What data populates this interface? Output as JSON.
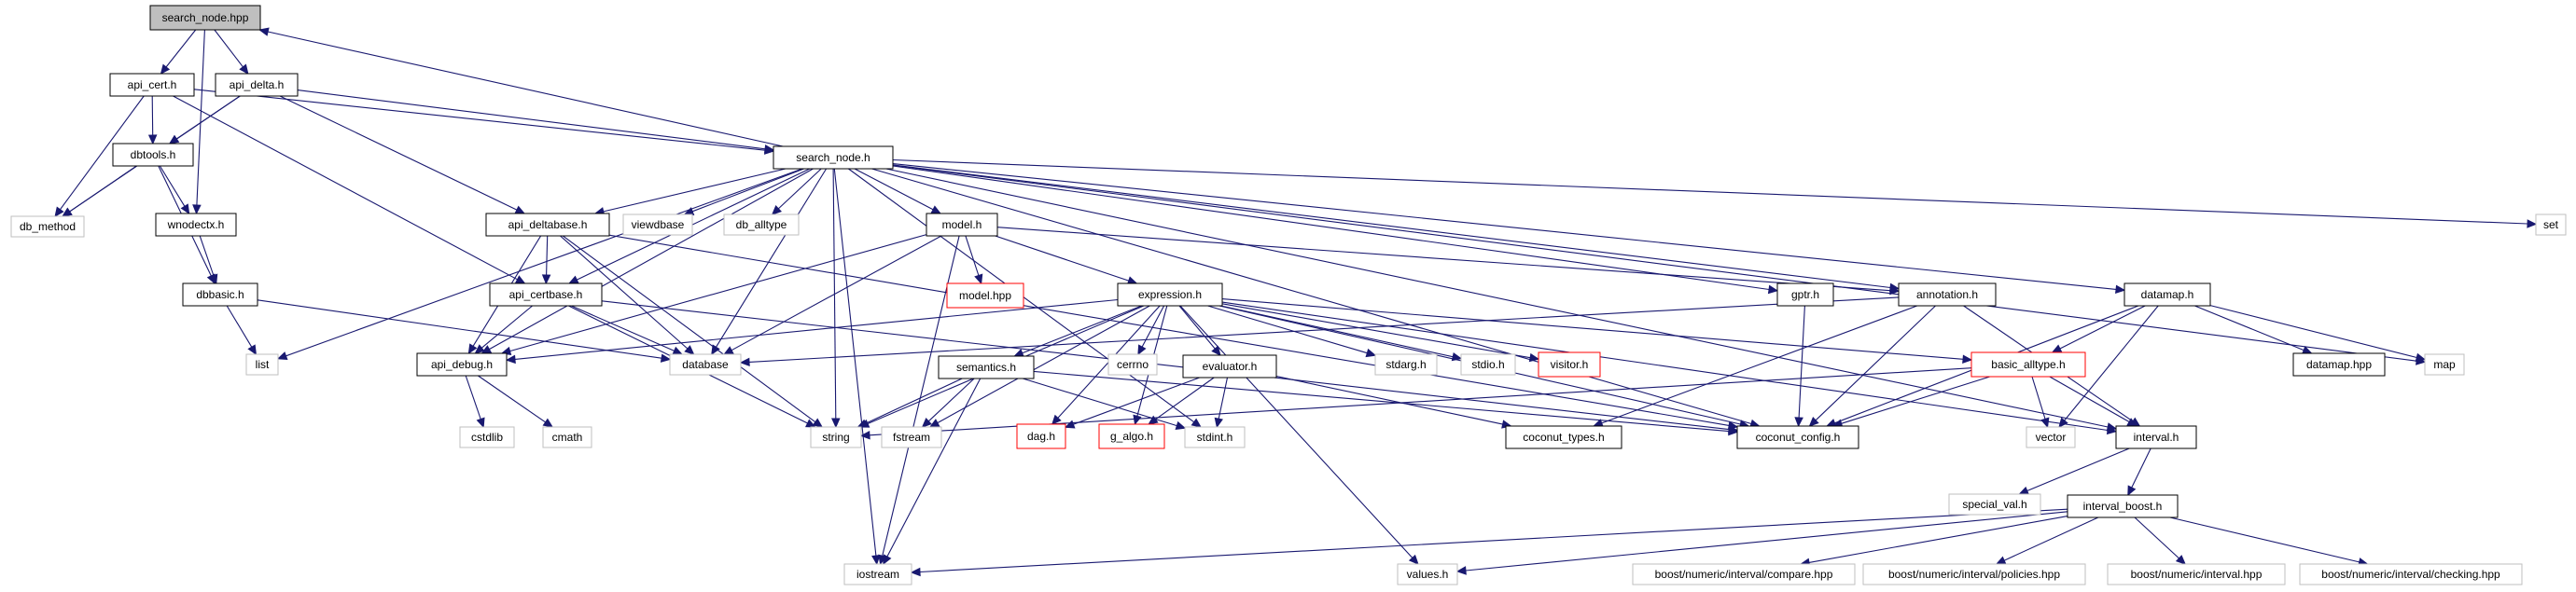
{
  "colors": {
    "edge": "#191970",
    "box_normal": "#000000",
    "box_ghost": "#bfbfbf",
    "box_missing": "#ff0000",
    "box_root_fill": "#bfbfbf"
  },
  "nodes": [
    {
      "id": "search_node_hpp",
      "label": "search_node.hpp",
      "style": "root"
    },
    {
      "id": "api_cert_h",
      "label": "api_cert.h",
      "style": "normal"
    },
    {
      "id": "api_delta_h",
      "label": "api_delta.h",
      "style": "normal"
    },
    {
      "id": "dbtools_h",
      "label": "dbtools.h",
      "style": "normal"
    },
    {
      "id": "db_method",
      "label": "db_method",
      "style": "ghost"
    },
    {
      "id": "wnodectx_h",
      "label": "wnodectx.h",
      "style": "normal"
    },
    {
      "id": "dbbasic_h",
      "label": "dbbasic.h",
      "style": "normal"
    },
    {
      "id": "list",
      "label": "list",
      "style": "ghost"
    },
    {
      "id": "search_node_h",
      "label": "search_node.h",
      "style": "normal"
    },
    {
      "id": "api_deltabase_h",
      "label": "api_deltabase.h",
      "style": "normal"
    },
    {
      "id": "viewdbase",
      "label": "viewdbase",
      "style": "ghost"
    },
    {
      "id": "db_alltype",
      "label": "db_alltype",
      "style": "ghost"
    },
    {
      "id": "model_h",
      "label": "model.h",
      "style": "normal"
    },
    {
      "id": "gptr_h",
      "label": "gptr.h",
      "style": "normal"
    },
    {
      "id": "annotation_h",
      "label": "annotation.h",
      "style": "normal"
    },
    {
      "id": "datamap_h",
      "label": "datamap.h",
      "style": "normal"
    },
    {
      "id": "set",
      "label": "set",
      "style": "ghost"
    },
    {
      "id": "api_certbase_h",
      "label": "api_certbase.h",
      "style": "normal"
    },
    {
      "id": "model_hpp",
      "label": "model.hpp",
      "style": "missing"
    },
    {
      "id": "expression_h",
      "label": "expression.h",
      "style": "normal"
    },
    {
      "id": "api_debug_h",
      "label": "api_debug.h",
      "style": "normal"
    },
    {
      "id": "database",
      "label": "database",
      "style": "ghost"
    },
    {
      "id": "semantics_h",
      "label": "semantics.h",
      "style": "normal"
    },
    {
      "id": "cerrno",
      "label": "cerrno",
      "style": "ghost"
    },
    {
      "id": "evaluator_h",
      "label": "evaluator.h",
      "style": "normal"
    },
    {
      "id": "stdarg_h",
      "label": "stdarg.h",
      "style": "ghost"
    },
    {
      "id": "stdio_h",
      "label": "stdio.h",
      "style": "ghost"
    },
    {
      "id": "visitor_h",
      "label": "visitor.h",
      "style": "missing"
    },
    {
      "id": "basic_alltype_h",
      "label": "basic_alltype.h",
      "style": "missing"
    },
    {
      "id": "datamap_hpp",
      "label": "datamap.hpp",
      "style": "normal"
    },
    {
      "id": "map",
      "label": "map",
      "style": "ghost"
    },
    {
      "id": "cstdlib",
      "label": "cstdlib",
      "style": "ghost"
    },
    {
      "id": "cmath",
      "label": "cmath",
      "style": "ghost"
    },
    {
      "id": "string",
      "label": "string",
      "style": "ghost"
    },
    {
      "id": "fstream",
      "label": "fstream",
      "style": "ghost"
    },
    {
      "id": "dag_h",
      "label": "dag.h",
      "style": "missing"
    },
    {
      "id": "g_algo_h",
      "label": "g_algo.h",
      "style": "missing"
    },
    {
      "id": "stdint_h",
      "label": "stdint.h",
      "style": "ghost"
    },
    {
      "id": "coconut_types_h",
      "label": "coconut_types.h",
      "style": "normal"
    },
    {
      "id": "coconut_config_h",
      "label": "coconut_config.h",
      "style": "normal"
    },
    {
      "id": "vector",
      "label": "vector",
      "style": "ghost"
    },
    {
      "id": "interval_h",
      "label": "interval.h",
      "style": "normal"
    },
    {
      "id": "special_val_h",
      "label": "special_val.h",
      "style": "ghost"
    },
    {
      "id": "interval_boost_h",
      "label": "interval_boost.h",
      "style": "normal"
    },
    {
      "id": "iostream",
      "label": "iostream",
      "style": "ghost"
    },
    {
      "id": "values_h",
      "label": "values.h",
      "style": "ghost"
    },
    {
      "id": "boost_compare",
      "label": "boost/numeric/interval/compare.hpp",
      "style": "ghost"
    },
    {
      "id": "boost_policies",
      "label": "boost/numeric/interval/policies.hpp",
      "style": "ghost"
    },
    {
      "id": "boost_interval",
      "label": "boost/numeric/interval.hpp",
      "style": "ghost"
    },
    {
      "id": "boost_checking",
      "label": "boost/numeric/interval/checking.hpp",
      "style": "ghost"
    }
  ],
  "edges": [
    [
      "search_node_hpp",
      "api_cert_h"
    ],
    [
      "search_node_hpp",
      "api_delta_h"
    ],
    [
      "search_node_hpp",
      "wnodectx_h"
    ],
    [
      "search_node_h",
      "search_node_hpp"
    ],
    [
      "api_cert_h",
      "dbtools_h"
    ],
    [
      "api_cert_h",
      "db_method"
    ],
    [
      "api_cert_h",
      "api_certbase_h"
    ],
    [
      "api_cert_h",
      "search_node_h"
    ],
    [
      "api_delta_h",
      "dbtools_h"
    ],
    [
      "api_delta_h",
      "db_method"
    ],
    [
      "api_delta_h",
      "api_deltabase_h"
    ],
    [
      "api_delta_h",
      "search_node_h"
    ],
    [
      "dbtools_h",
      "db_method"
    ],
    [
      "dbtools_h",
      "wnodectx_h"
    ],
    [
      "dbtools_h",
      "dbbasic_h"
    ],
    [
      "wnodectx_h",
      "dbbasic_h"
    ],
    [
      "dbbasic_h",
      "list"
    ],
    [
      "dbbasic_h",
      "database"
    ],
    [
      "search_node_h",
      "list"
    ],
    [
      "search_node_h",
      "api_deltabase_h"
    ],
    [
      "search_node_h",
      "viewdbase"
    ],
    [
      "search_node_h",
      "db_alltype"
    ],
    [
      "search_node_h",
      "model_h"
    ],
    [
      "search_node_h",
      "gptr_h"
    ],
    [
      "search_node_h",
      "annotation_h"
    ],
    [
      "search_node_h",
      "datamap_h"
    ],
    [
      "search_node_h",
      "set"
    ],
    [
      "search_node_h",
      "api_certbase_h"
    ],
    [
      "search_node_h",
      "api_debug_h"
    ],
    [
      "search_node_h",
      "database"
    ],
    [
      "search_node_h",
      "string"
    ],
    [
      "search_node_h",
      "iostream"
    ],
    [
      "search_node_h",
      "stdint_h"
    ],
    [
      "search_node_h",
      "coconut_config_h"
    ],
    [
      "search_node_h",
      "interval_h"
    ],
    [
      "search_node_h",
      "map"
    ],
    [
      "api_deltabase_h",
      "api_certbase_h"
    ],
    [
      "api_deltabase_h",
      "api_debug_h"
    ],
    [
      "api_deltabase_h",
      "database"
    ],
    [
      "api_deltabase_h",
      "string"
    ],
    [
      "api_deltabase_h",
      "coconut_config_h"
    ],
    [
      "api_certbase_h",
      "api_debug_h"
    ],
    [
      "api_certbase_h",
      "database"
    ],
    [
      "api_certbase_h",
      "string"
    ],
    [
      "api_certbase_h",
      "coconut_config_h"
    ],
    [
      "api_debug_h",
      "cstdlib"
    ],
    [
      "api_debug_h",
      "cmath"
    ],
    [
      "model_h",
      "model_hpp"
    ],
    [
      "model_h",
      "expression_h"
    ],
    [
      "model_h",
      "api_debug_h"
    ],
    [
      "model_h",
      "database"
    ],
    [
      "model_h",
      "iostream"
    ],
    [
      "model_h",
      "annotation_h"
    ],
    [
      "expression_h",
      "api_debug_h"
    ],
    [
      "expression_h",
      "semantics_h"
    ],
    [
      "expression_h",
      "cerrno"
    ],
    [
      "expression_h",
      "evaluator_h"
    ],
    [
      "expression_h",
      "stdarg_h"
    ],
    [
      "expression_h",
      "stdio_h"
    ],
    [
      "expression_h",
      "visitor_h"
    ],
    [
      "expression_h",
      "basic_alltype_h"
    ],
    [
      "expression_h",
      "string"
    ],
    [
      "expression_h",
      "fstream"
    ],
    [
      "expression_h",
      "dag_h"
    ],
    [
      "expression_h",
      "g_algo_h"
    ],
    [
      "expression_h",
      "coconut_config_h"
    ],
    [
      "expression_h",
      "values_h"
    ],
    [
      "expression_h",
      "interval_h"
    ],
    [
      "semantics_h",
      "string"
    ],
    [
      "semantics_h",
      "fstream"
    ],
    [
      "semantics_h",
      "stdint_h"
    ],
    [
      "semantics_h",
      "iostream"
    ],
    [
      "semantics_h",
      "coconut_config_h"
    ],
    [
      "evaluator_h",
      "dag_h"
    ],
    [
      "evaluator_h",
      "g_algo_h"
    ],
    [
      "evaluator_h",
      "stdint_h"
    ],
    [
      "evaluator_h",
      "coconut_types_h"
    ],
    [
      "gptr_h",
      "coconut_config_h"
    ],
    [
      "annotation_h",
      "database"
    ],
    [
      "annotation_h",
      "coconut_config_h"
    ],
    [
      "annotation_h",
      "coconut_types_h"
    ],
    [
      "annotation_h",
      "interval_h"
    ],
    [
      "datamap_h",
      "datamap_hpp"
    ],
    [
      "datamap_h",
      "map"
    ],
    [
      "datamap_h",
      "basic_alltype_h"
    ],
    [
      "datamap_h",
      "vector"
    ],
    [
      "datamap_h",
      "coconut_config_h"
    ],
    [
      "basic_alltype_h",
      "string"
    ],
    [
      "basic_alltype_h",
      "vector"
    ],
    [
      "basic_alltype_h",
      "coconut_config_h"
    ],
    [
      "basic_alltype_h",
      "interval_h"
    ],
    [
      "interval_h",
      "special_val_h"
    ],
    [
      "interval_h",
      "interval_boost_h"
    ],
    [
      "interval_boost_h",
      "iostream"
    ],
    [
      "interval_boost_h",
      "values_h"
    ],
    [
      "interval_boost_h",
      "boost_compare"
    ],
    [
      "interval_boost_h",
      "boost_policies"
    ],
    [
      "interval_boost_h",
      "boost_interval"
    ],
    [
      "interval_boost_h",
      "boost_checking"
    ]
  ]
}
